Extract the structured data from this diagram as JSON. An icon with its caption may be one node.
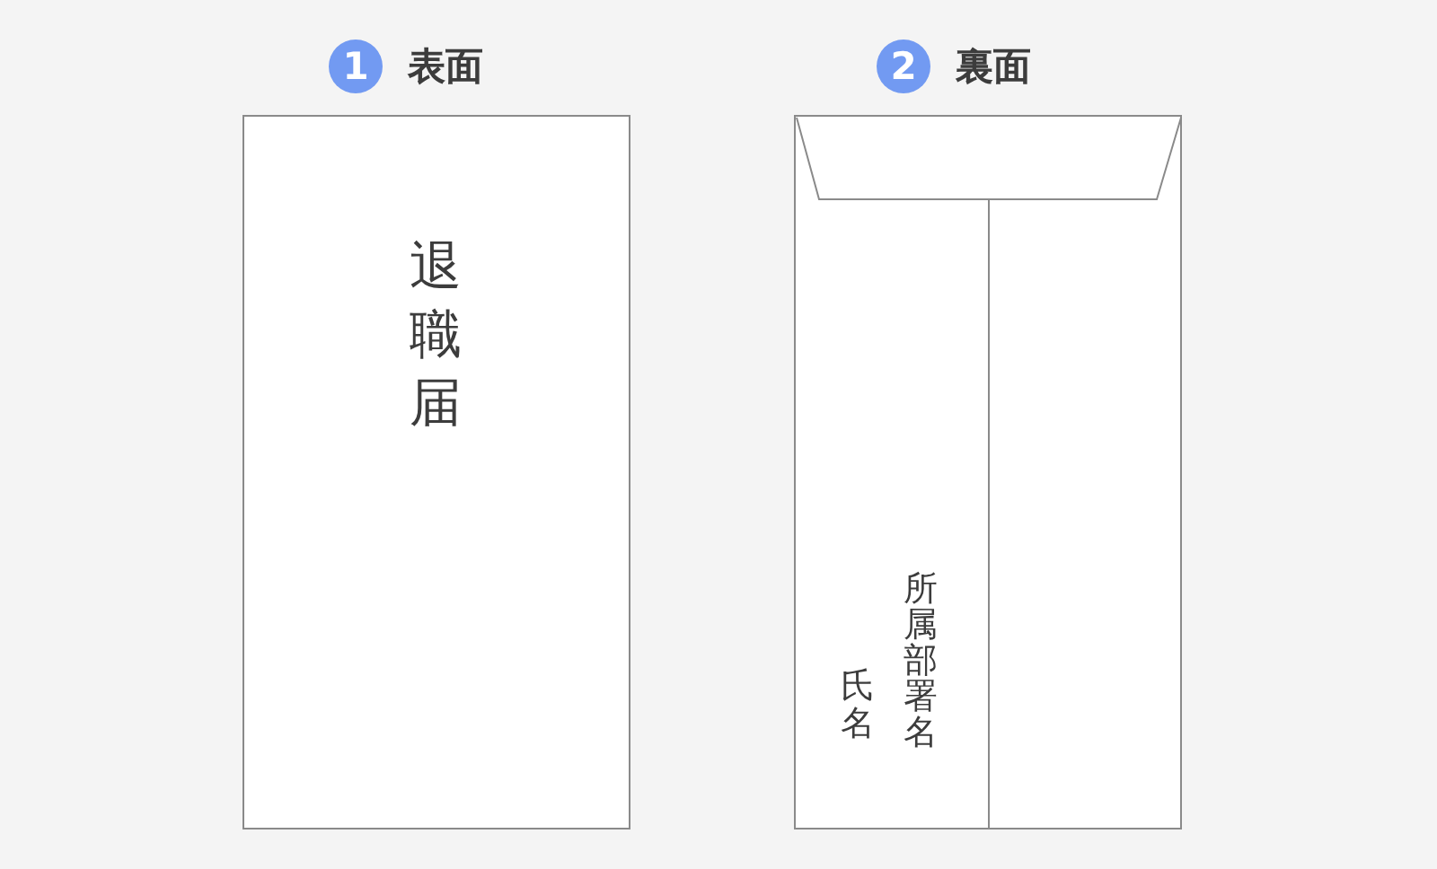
{
  "diagram": {
    "nodes": [
      {
        "text": [
          "退職届"
        ]
      },
      {
        "text": [
          "氏名",
          "所属部署名"
        ]
      }
    ],
    "labels": [
      "1",
      "表面",
      "2",
      "裏面"
    ]
  }
}
